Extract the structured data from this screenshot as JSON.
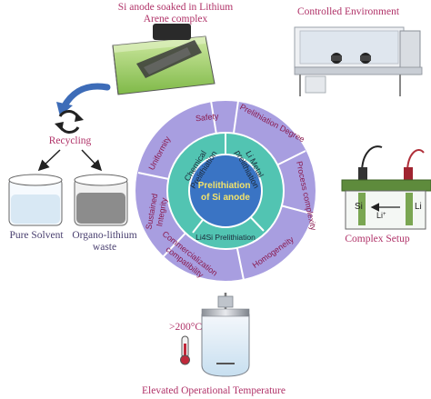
{
  "captions": {
    "si_anode_line1": "Si anode soaked in Lithium",
    "si_anode_line2": "Arene complex",
    "controlled_environment": "Controlled Environment",
    "recycling": "Recycling",
    "pure_solvent": "Pure Solvent",
    "organo_lithium_line1": "Organo-lithium",
    "organo_lithium_line2": "waste",
    "complex_setup": "Complex Setup",
    "elevated_temperature": "Elevated Operational Temperature",
    "temperature_value": ">200°C"
  },
  "setup_labels": {
    "si": "Si",
    "li": "Li",
    "li_ion": "Li"
  },
  "wheel": {
    "center": [
      "Prelithiation",
      "of Si anode"
    ],
    "inner": {
      "chemical": [
        "Chemical",
        "Prelithiation"
      ],
      "li_metal": [
        "Li Metal",
        "prelithiation"
      ],
      "li4si": "Li4Si Prelithiation"
    },
    "outer": {
      "safety": "Safety",
      "prelithiation_degree": "Prelithiation Degree",
      "process_complexity": "Process complexity",
      "homogeneity": "Homogeneity",
      "commercialization": [
        "Commercialization",
        "compatibility"
      ],
      "sustained_integrity": [
        "Sustained",
        "Integrity"
      ],
      "uniformity": "Uniformity"
    }
  },
  "colors": {
    "outer_ring": "#a89ee0",
    "inner_ring": "#52c4b2",
    "center": "#3a74c4",
    "caption": "#b03268",
    "arrow": "#3d6cb8"
  }
}
